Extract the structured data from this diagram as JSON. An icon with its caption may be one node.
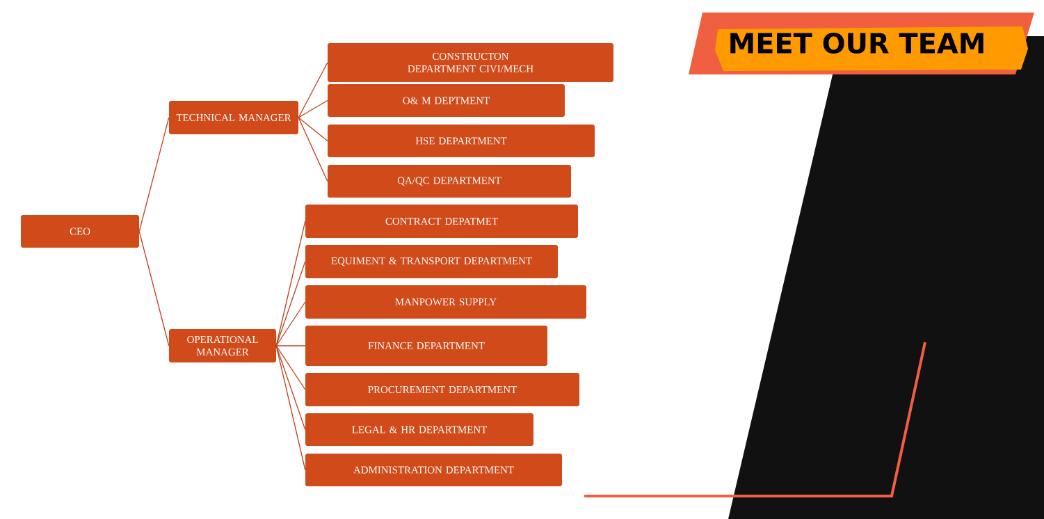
{
  "diagram": {
    "title": "MEET OUR TEAM",
    "nodes": [
      {
        "text": [
          "CEO"
        ]
      },
      {
        "text": [
          "TECHNICAL MANAGER"
        ]
      },
      {
        "text": [
          "CONSTRUCTON DEPARTMENT CIVI/MECH"
        ]
      },
      {
        "text": [
          "O& M DEPTMENT"
        ]
      },
      {
        "text": [
          "HSE DEPARTMENT"
        ]
      },
      {
        "text": [
          "QA/QC DEPARTMENT"
        ]
      },
      {
        "text": [
          "OPERATIONAL MANAGER"
        ]
      },
      {
        "text": [
          "CONTRACT DEPATMET"
        ]
      },
      {
        "text": [
          "EQUIMENT & TRANSPORT DEPARTMENT"
        ]
      },
      {
        "text": [
          "MANPOWER SUPPLY"
        ]
      },
      {
        "text": [
          "FINANCE DEPARTMENT"
        ]
      },
      {
        "text": [
          "PROCUREMENT DEPARTMENT"
        ]
      },
      {
        "text": [
          "LEGAL & HR DEPARTMENT"
        ]
      },
      {
        "text": [
          "ADMINISTRATION DEPARTMENT"
        ]
      }
    ],
    "edges": [
      {
        "from": 0,
        "to": 1,
        "arrow": "none"
      },
      {
        "from": 0,
        "to": 6,
        "arrow": "none"
      },
      {
        "from": 1,
        "to": 2,
        "arrow": "none"
      },
      {
        "from": 1,
        "to": 3,
        "arrow": "none"
      },
      {
        "from": 1,
        "to": 4,
        "arrow": "none"
      },
      {
        "from": 1,
        "to": 5,
        "arrow": "none"
      },
      {
        "from": 6,
        "to": 7,
        "arrow": "none"
      },
      {
        "from": 6,
        "to": 8,
        "arrow": "none"
      },
      {
        "from": 6,
        "to": 9,
        "arrow": "none"
      },
      {
        "from": 6,
        "to": 10,
        "arrow": "none"
      },
      {
        "from": 6,
        "to": 11,
        "arrow": "none"
      },
      {
        "from": 6,
        "to": 12,
        "arrow": "none"
      },
      {
        "from": 6,
        "to": 13,
        "arrow": "none"
      }
    ]
  }
}
